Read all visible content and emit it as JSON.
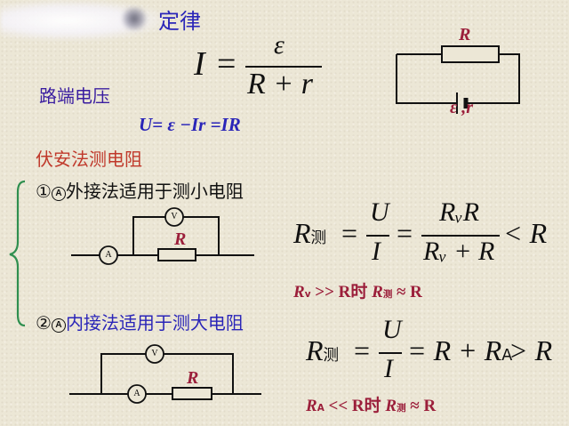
{
  "title_fragment": "定律",
  "formula_main": {
    "lhs": "I",
    "eq": "=",
    "numerator": "ε",
    "denominator": "R + r"
  },
  "terminal_voltage_label": "路端电压",
  "terminal_voltage_eq": "U= ε −Ir =IR",
  "circuit_top": {
    "resistor_label": "R",
    "source_label": "ε ,r"
  },
  "section_title": "伏安法测电阻",
  "method1": {
    "number": "①",
    "meter": "A",
    "text": "外接法适用于测小电阻",
    "voltmeter": "V",
    "ammeter": "A",
    "resistor_label": "R",
    "formula": {
      "lhs": "R",
      "lhs_sub": "测",
      "eq1": "=",
      "num1": "U",
      "den1": "I",
      "eq2": "=",
      "num2": "RᵥR",
      "den2": "Rᵥ + R",
      "rel": "< R"
    },
    "condition": {
      "a": "R",
      "a_sub": "v",
      "rel": ">> R时",
      "b": "R",
      "b_sub": "测",
      "approx": "≈ R"
    }
  },
  "method2": {
    "number": "②",
    "meter": "A",
    "text": "内接法适用于测大电阻",
    "voltmeter": "V",
    "ammeter": "A",
    "resistor_label": "R",
    "formula": {
      "lhs": "R",
      "lhs_sub": "测",
      "eq1": "=",
      "num1": "U",
      "den1": "I",
      "eq2": "= R + R",
      "eq2_sub": "A",
      "rel": "> R"
    },
    "condition": {
      "a": "R",
      "a_sub": "A",
      "rel": "<< R时",
      "b": "R",
      "b_sub": "测",
      "approx": "≈ R"
    }
  },
  "colors": {
    "blue": "#2a25b8",
    "purple": "#3a1da0",
    "red": "#c0392b",
    "maroon": "#9b1e3a",
    "brace": "#2f8f4f"
  }
}
